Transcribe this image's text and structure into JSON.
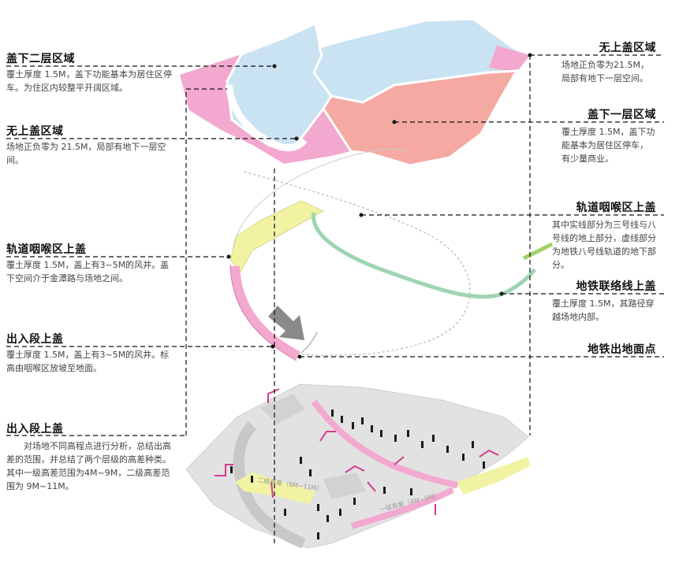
{
  "annotations": {
    "under_cover_level2": {
      "title": "盖下二层区域",
      "desc": "覆土厚度 1.5M，盖下功能基本为居住区停车。为住区内较整平开阔区域。"
    },
    "no_cover_left": {
      "title": "无上盖区域",
      "desc": "场地正负零为 21.5M，局部有地下一层空间。"
    },
    "track_throat_left": {
      "title": "轨道咽喉区上盖",
      "desc": "覆土厚度 1.5M，盖上有3~5M的风井。盖下空间介于金潭路与场地之间。"
    },
    "entry_section": {
      "title": "出入段上盖",
      "desc": "覆土厚度 1.5M，盖上有3~5M的风井。标高由咽喉区放坡至地面。"
    },
    "entry_section_analysis": {
      "title": "出入段上盖",
      "desc": "对场地不同高程点进行分析，总结出高差的范围，并总结了两个层级的高差种类。其中一级高差范围为4M~9M，二级高差范围为 9M~11M。"
    },
    "no_cover_right": {
      "title": "无上盖区域",
      "desc": "场地正负零为21.5M，局部有地下一层空间。"
    },
    "under_cover_level1": {
      "title": "盖下一层区域",
      "desc": "覆土厚度 1.5M，盖下功能基本为居住区停车，有少量商业。"
    },
    "track_throat_right": {
      "title": "轨道咽喉区上盖",
      "desc": "其中实线部分为三号线与八号线的地上部分，虚线部分为地铁八号线轨道的地下部分。"
    },
    "metro_link": {
      "title": "地铁联络线上盖",
      "desc": "覆土厚度 1.5M，其路径穿越场地内部。"
    },
    "metro_exit": {
      "title": "地铁出地面点",
      "desc": ""
    }
  },
  "map_labels": {
    "level2_range": "二级高差（9M~11M）",
    "level1_range": "一级高差（4M~9M）"
  },
  "colors": {
    "pink": "#f3a9cf",
    "light_blue": "#c9e3f3",
    "salmon": "#f4a9a2",
    "yellow": "#f1f3a3",
    "green": "#9fd4b2",
    "magenta": "#d63b8f",
    "gray_arrow": "#8a8a8a",
    "base_gray": "#e2e2e2"
  }
}
